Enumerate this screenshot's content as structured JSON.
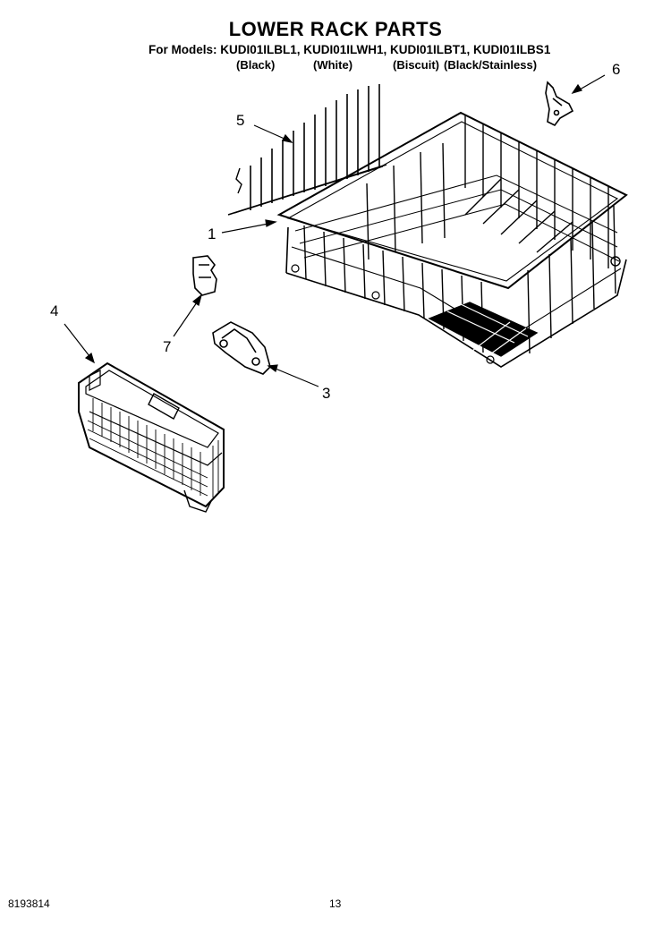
{
  "header": {
    "title": "LOWER RACK PARTS",
    "models_line": "For Models: KUDI01ILBL1, KUDI01ILWH1, KUDI01ILBT1, KUDI01ILBS1",
    "finishes": [
      "(Black)",
      "(White)",
      "(Biscuit)",
      "(Black/Stainless)"
    ]
  },
  "callouts": {
    "c1": "1",
    "c3": "3",
    "c4": "4",
    "c5": "5",
    "c6": "6",
    "c7": "7"
  },
  "footer": {
    "doc_number": "8193814",
    "page_number": "13"
  }
}
